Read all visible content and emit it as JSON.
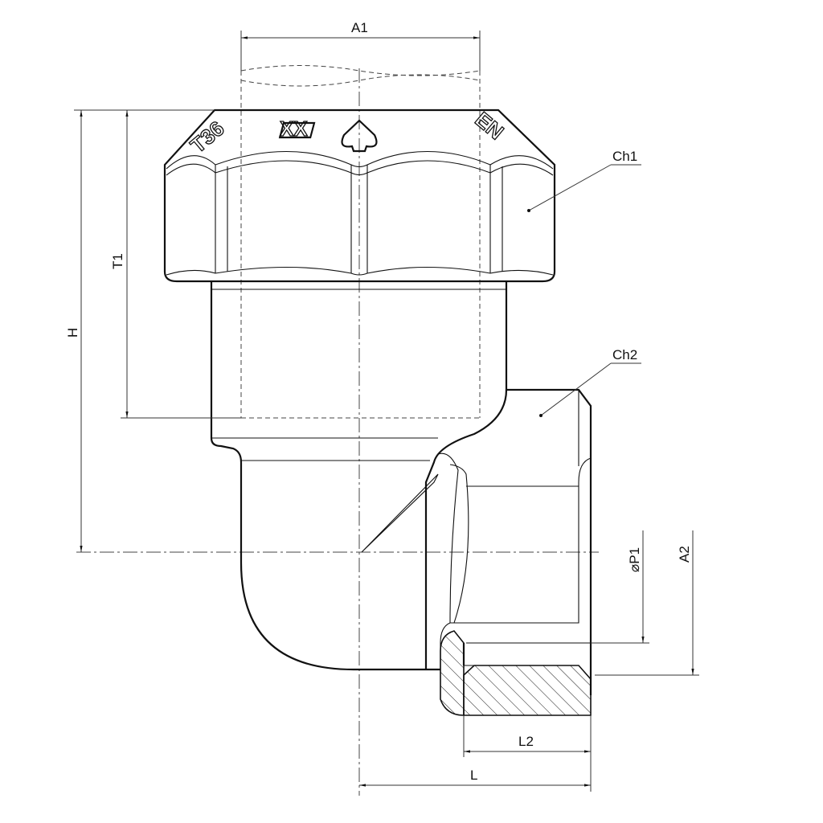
{
  "drawing": {
    "dimensions": {
      "A1": "A1",
      "H": "H",
      "T1": "T1",
      "P1": "⌀P1",
      "A2": "A2",
      "L2": "L2",
      "L": "L"
    },
    "callouts": {
      "Ch1": "Ch1",
      "Ch2": "Ch2"
    },
    "nut_markings": {
      "size": "T36",
      "code": "XX",
      "standard": "EN"
    }
  }
}
